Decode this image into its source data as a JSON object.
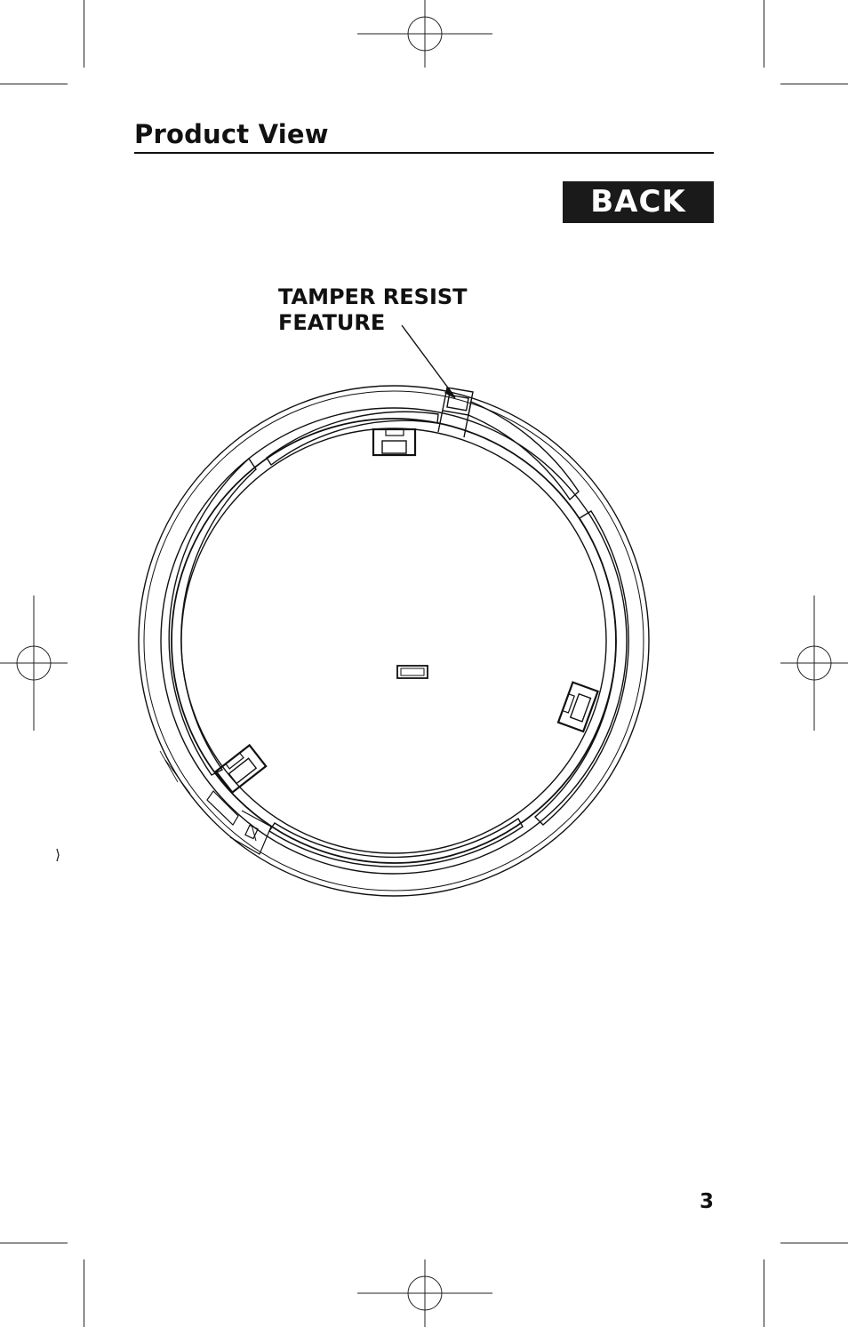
{
  "page": {
    "title": "Product View",
    "badge": "BACK",
    "callout": {
      "line1": "TAMPER RESIST",
      "line2": "FEATURE"
    },
    "page_number": "3"
  },
  "colors": {
    "ink": "#111111",
    "badge_background": "#1a1a1a",
    "badge_text": "#ffffff",
    "paper": "#ffffff"
  },
  "icons": {
    "registration_mark": "crosshair-circle-icon"
  }
}
